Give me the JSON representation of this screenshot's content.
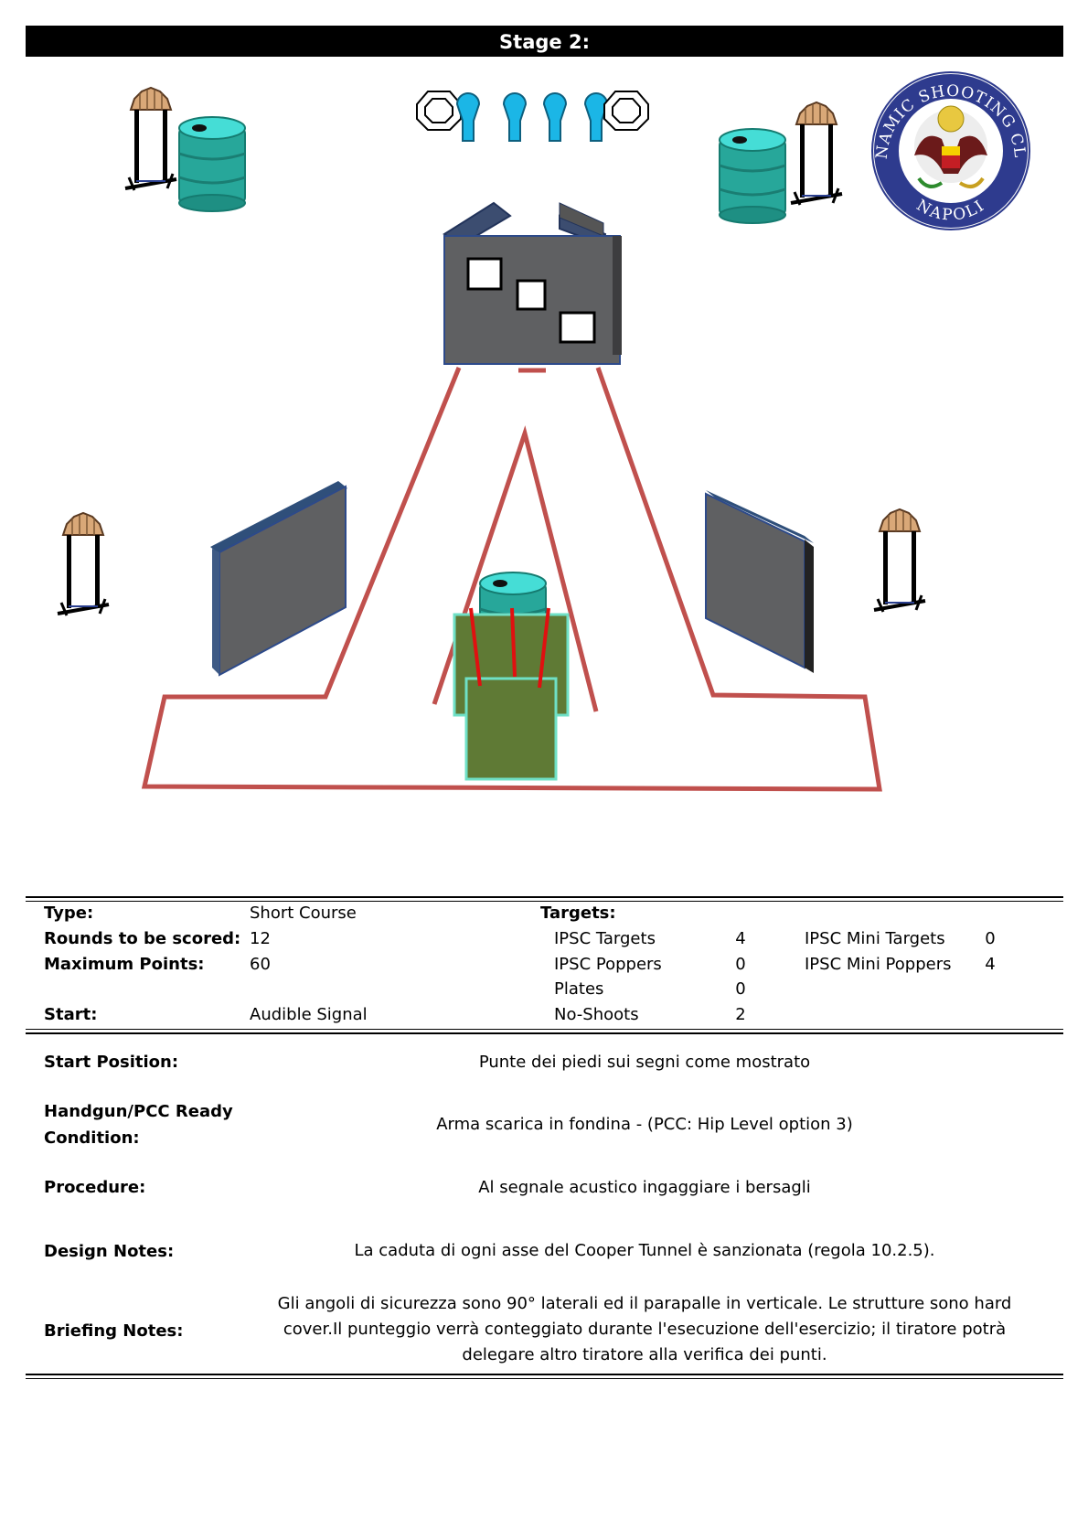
{
  "header": {
    "title": "Stage 2:"
  },
  "logo": {
    "top_text": "DYNAMIC SHOOTING CLUB",
    "bottom_text": "NAPOLI"
  },
  "info": {
    "type_label": "Type:",
    "type_value": "Short Course",
    "rounds_label": "Rounds to be scored:",
    "rounds_value": "12",
    "max_points_label": "Maximum Points:",
    "max_points_value": "60",
    "start_label": "Start:",
    "start_value": "Audible Signal",
    "targets_label": "Targets:",
    "targets": [
      {
        "name": "IPSC Targets",
        "count": "4"
      },
      {
        "name": "IPSC Poppers",
        "count": "0"
      },
      {
        "name": "Plates",
        "count": "0"
      },
      {
        "name": "No-Shoots",
        "count": "2"
      }
    ],
    "mini_targets": [
      {
        "name": "IPSC Mini Targets",
        "count": "0"
      },
      {
        "name": "IPSC Mini Poppers",
        "count": "4"
      }
    ]
  },
  "details": {
    "start_position_label": "Start Position:",
    "start_position_value": "Punte dei piedi sui segni come mostrato",
    "ready_label_1": "Handgun/PCC Ready",
    "ready_label_2": "Condition:",
    "ready_value": "Arma scarica in fondina - (PCC: Hip Level option 3)",
    "procedure_label": "Procedure:",
    "procedure_value": "Al segnale acustico ingaggiare i bersagli",
    "design_label": "Design Notes:",
    "design_value": "La caduta di ogni asse del Cooper Tunnel è sanzionata (regola 10.2.5).",
    "briefing_label": "Briefing Notes:",
    "briefing_line_1": "Gli angoli di sicurezza sono 90° laterali ed il parapalle in verticale. Le strutture sono hard",
    "briefing_line_2": "cover.Il punteggio verrà conteggiato durante l'esecuzione dell'esercizio; il tiratore potrà",
    "briefing_line_3": "delegare altro tiratore alla verifica  dei punti."
  },
  "colors": {
    "fault_line": "#c0504d",
    "wall": "#5f6062",
    "barrel": "#27a79a",
    "popper": "#1bb6e6",
    "tunnel": "#5f7a35",
    "target_head": "#d9a878"
  }
}
